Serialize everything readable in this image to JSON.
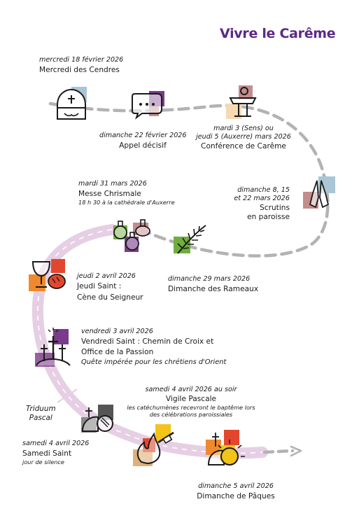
{
  "title": "Vivre le Carême",
  "events": {
    "cendres": {
      "date": "mercredi 18 février 2026",
      "name": "Mercredi des Cendres"
    },
    "appel": {
      "date": "dimanche 22 février 2026",
      "name": "Appel décisif"
    },
    "conference": {
      "date1": "mardi 3 (Sens) ou",
      "date2": "jeudi 5 (Auxerre) mars 2026",
      "name": "Conférence de Carême"
    },
    "scrutins": {
      "date1": "dimanche 8, 15",
      "date2": "et 22 mars 2026",
      "name1": "Scrutins",
      "name2": "en paroisse"
    },
    "chrismale": {
      "date": "mardi 31 mars 2026",
      "name": "Messe Chrismale",
      "note": "18 h 30 à la cathédrale d'Auxerre"
    },
    "rameaux": {
      "date": "dimanche 29 mars 2026",
      "name": "Dimanche des Rameaux"
    },
    "jeudi_saint": {
      "date": "jeudi 2 avril 2026",
      "name1": "Jeudi Saint :",
      "name2": "Cène du Seigneur"
    },
    "vendredi_saint": {
      "date": "vendredi 3 avril 2026",
      "name1": "Vendredi Saint : Chemin de Croix et",
      "name2": "Office de la Passion",
      "note": "Quête impérée pour les chrétiens d'Orient"
    },
    "vigile": {
      "date": "samedi 4 avril 2026 au soir",
      "name": "Vigile Pascale",
      "note1": "les catéchumènes recevront le baptême lors",
      "note2": "des célébrations paroissiales"
    },
    "samedi_saint": {
      "date": "samedi 4 avril 2026",
      "name": "Samedi Saint",
      "note": "jour de silence"
    },
    "paques": {
      "date": "dimanche 5 avril 2026",
      "name": "Dimanche de Pâques"
    }
  },
  "triduum": {
    "line1": "Triduum",
    "line2": "Pascal"
  },
  "colors": {
    "title": "#5b2a86",
    "path_gray": "#b3b3b3",
    "path_pink": "#e6cfe4",
    "blue": "#a9c6d6",
    "purple": "#7a3b8a",
    "rose": "#c48c8c",
    "green": "#6fae3c",
    "red": "#e2472e",
    "orange": "#ee8a2d",
    "yellow": "#f2c318",
    "dark_gray": "#555555"
  },
  "icons": [
    "mitre-icon",
    "speech-bubble-icon",
    "lectern-icon",
    "praying-hands-icon",
    "oil-flasks-icon",
    "palm-branch-icon",
    "chalice-bread-icon",
    "three-crosses-icon",
    "tomb-icon",
    "fire-icon",
    "sunrise-tomb-icon",
    "arrow-icon"
  ]
}
